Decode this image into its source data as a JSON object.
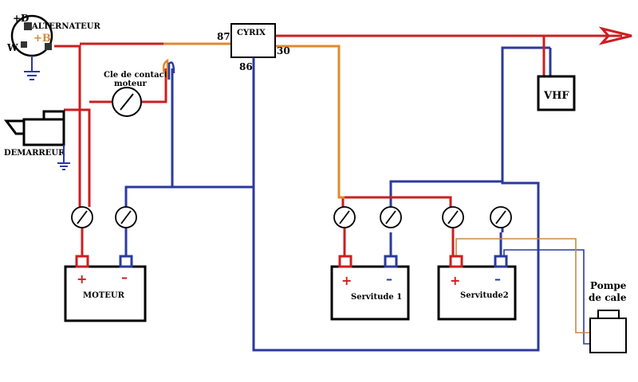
{
  "colors": {
    "positive": "#cc1f1f",
    "negative": "#2b3a9c",
    "orange": "#e0892e",
    "brown": "#c58a4a",
    "ink": "#000000"
  },
  "labels": {
    "alternator": "ALTERNATEUR",
    "alt_d": "+D",
    "alt_w": "W",
    "alt_b": "+B",
    "starter": "DEMARREUR",
    "ignition_line1": "Cle de contact",
    "ignition_line2": "moteur",
    "relay": "CYRIX",
    "relay_pin87": "87",
    "relay_pin30": "30",
    "relay_pin86": "86",
    "vhf": "VHF",
    "pump_line1": "Pompe",
    "pump_line2": "de cale",
    "battery_engine": "MOTEUR",
    "battery_serv1": "Servitude 1",
    "battery_serv2": "Servitude2",
    "plus": "+",
    "minus": "–"
  },
  "icons": {
    "switch": "isolator-switch-icon",
    "ground": "ground-icon",
    "arrow": "arrow-right-icon"
  }
}
